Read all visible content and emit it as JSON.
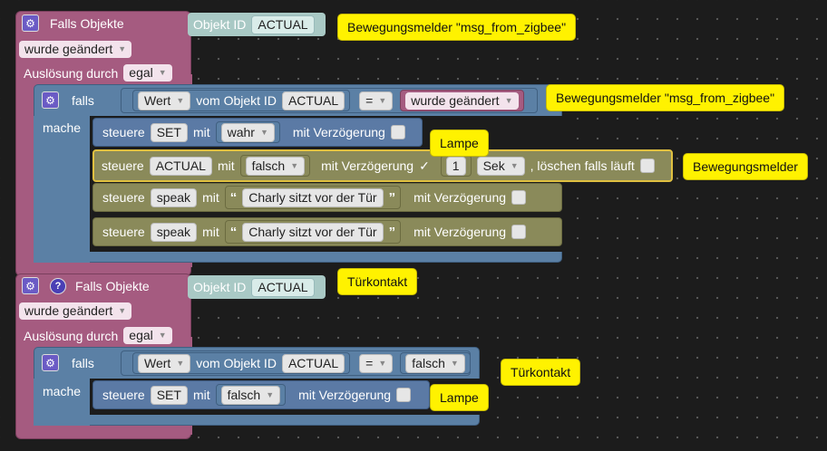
{
  "trigger1": {
    "title": "Falls Objekte",
    "object_id_label": "Objekt ID",
    "object_id_value": "ACTUAL",
    "changed_value": "wurde geändert",
    "trigger_label": "Auslösung durch",
    "trigger_value": "egal",
    "if_label": "falls",
    "do_label": "mache",
    "condition": {
      "value_field": "Wert",
      "from_object_label": "vom Objekt ID",
      "object_id": "ACTUAL",
      "operator": "=",
      "compare_value": "wurde geändert"
    },
    "statements": [
      {
        "label": "steuere",
        "target": "SET",
        "with_label": "mit",
        "value": "wahr",
        "delay_label": "mit Verzögerung"
      },
      {
        "label": "steuere",
        "target": "ACTUAL",
        "with_label": "mit",
        "value": "falsch",
        "delay_label": "mit Verzögerung",
        "delay_checked": "✓",
        "delay_amount": "1",
        "delay_unit": "Sek",
        "clear_label": ", löschen falls läuft"
      },
      {
        "label": "steuere",
        "target": "speak",
        "with_label": "mit",
        "value": "Charly sitzt vor der Tür",
        "delay_label": "mit Verzögerung"
      },
      {
        "label": "steuere",
        "target": "speak",
        "with_label": "mit",
        "value": "Charly sitzt vor der Tür",
        "delay_label": "mit Verzögerung"
      }
    ]
  },
  "trigger2": {
    "title": "Falls Objekte",
    "object_id_label": "Objekt ID",
    "object_id_value": "ACTUAL",
    "changed_value": "wurde geändert",
    "trigger_label": "Auslösung durch",
    "trigger_value": "egal",
    "if_label": "falls",
    "do_label": "mache",
    "condition": {
      "value_field": "Wert",
      "from_object_label": "vom Objekt ID",
      "object_id": "ACTUAL",
      "operator": "=",
      "compare_value": "falsch"
    },
    "statements": [
      {
        "label": "steuere",
        "target": "SET",
        "with_label": "mit",
        "value": "falsch",
        "delay_label": "mit Verzögerung"
      }
    ]
  },
  "notes": {
    "n1": "Bewegungsmelder \"msg_from_zigbee\"",
    "n2": "Bewegungsmelder \"msg_from_zigbee\"",
    "n3": "Lampe",
    "n4": "Bewegungsmelder",
    "n5": "Türkontakt",
    "n6": "Türkontakt",
    "n7": "Lampe"
  },
  "colors": {
    "trigger": "#a55b80",
    "control": "#5b80a5",
    "note": "#fff200"
  },
  "icons": {
    "gear": "gear-icon",
    "help": "question-icon",
    "quote_open": "“",
    "quote_close": "”"
  }
}
